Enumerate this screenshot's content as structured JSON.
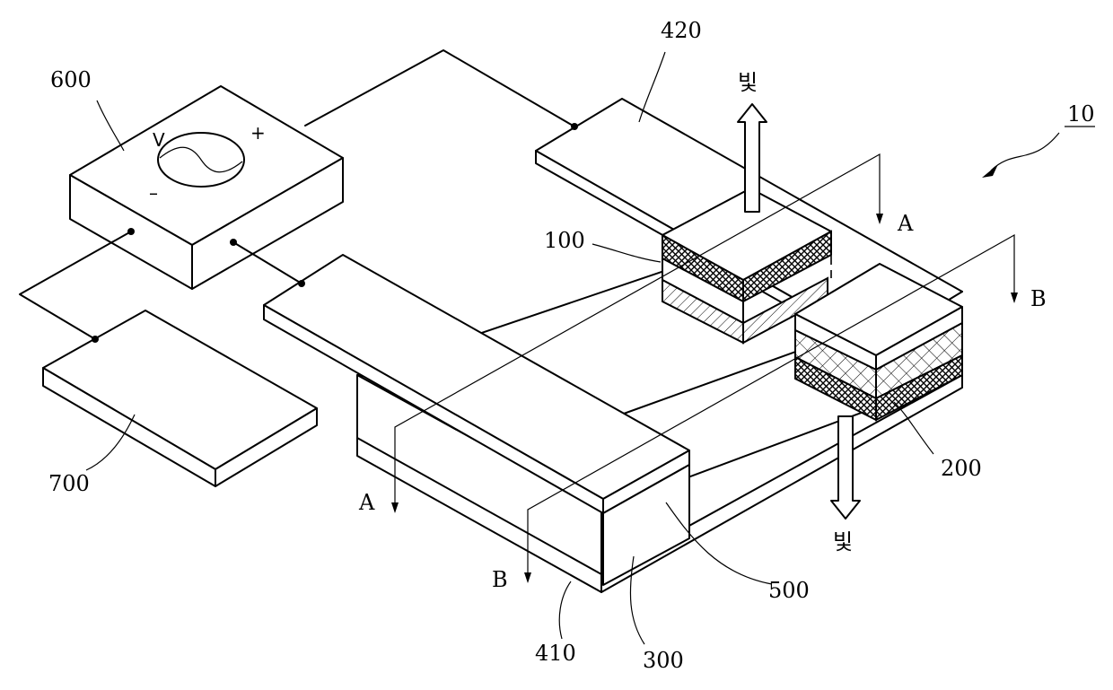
{
  "labels": {
    "device": "10",
    "ref_100": "100",
    "ref_200": "200",
    "ref_300": "300",
    "ref_410": "410",
    "ref_420": "420",
    "ref_500": "500",
    "ref_600": "600",
    "ref_700": "700"
  },
  "section_marks": {
    "a": "A",
    "b": "B"
  },
  "light": {
    "top": "빛",
    "bottom": "빛"
  },
  "source": {
    "v": "V",
    "plus": "+",
    "minus": "–"
  }
}
